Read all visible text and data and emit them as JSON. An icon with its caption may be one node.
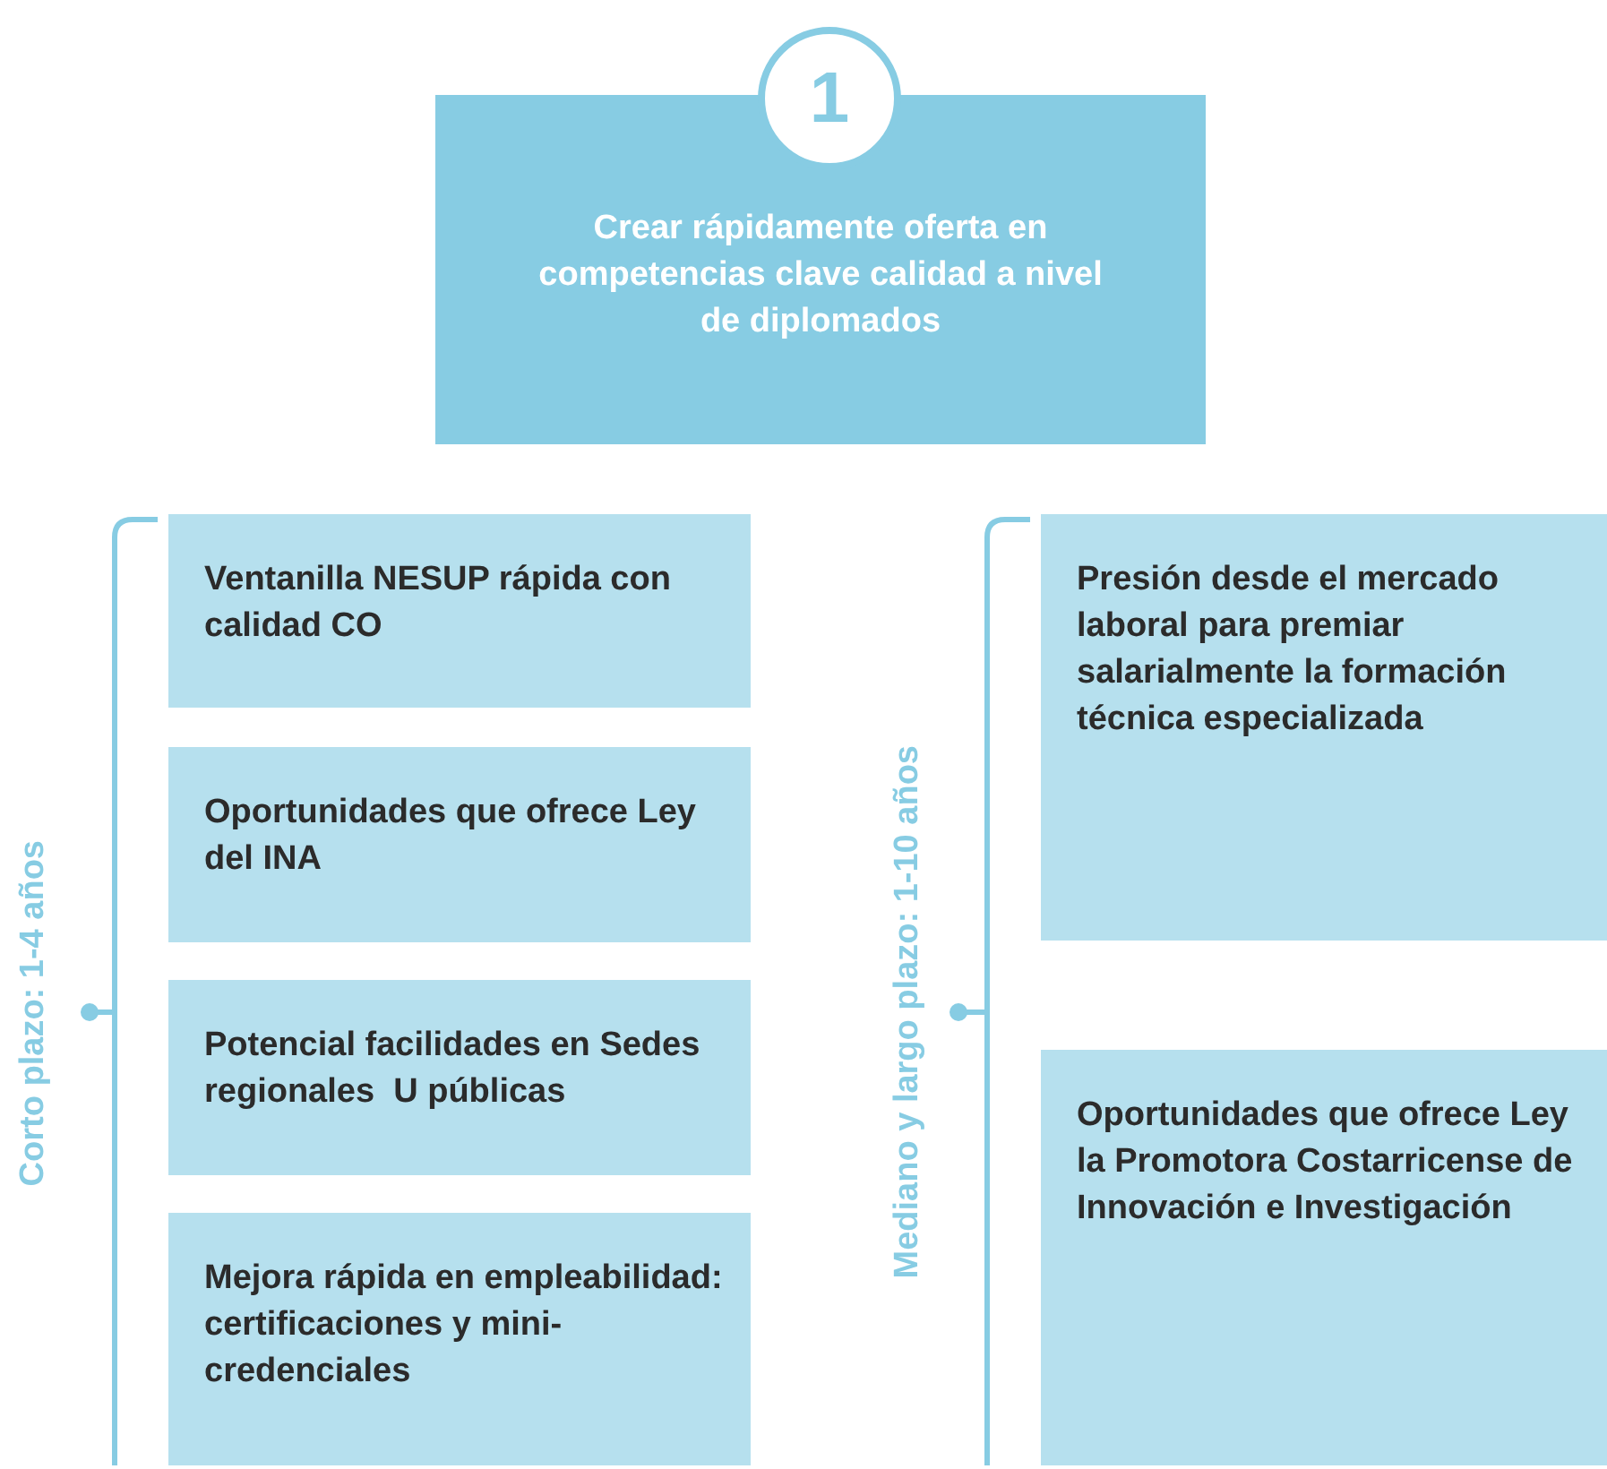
{
  "diagram": {
    "nodes": [
      {
        "text": [
          "1"
        ]
      },
      {
        "text": [
          "Crear rápidamente oferta en competencias clave calidad a nivel de diplomados"
        ]
      },
      {
        "text": [
          "Ventanilla NESUP rápida con calidad CO"
        ]
      },
      {
        "text": [
          "Oportunidades que ofrece Ley del INA"
        ]
      },
      {
        "text": [
          "Potencial facilidades en Sedes regionales  U públicas"
        ]
      },
      {
        "text": [
          "Mejora rápida en empleabilidad: certificaciones y mini-credenciales"
        ]
      },
      {
        "text": [
          "Presión desde el mercado laboral para premiar salarialmente la formación técnica especializada"
        ]
      },
      {
        "text": [
          "Oportunidades que ofrece Ley la Promotora Costarricense de Innovación e Investigación"
        ]
      }
    ],
    "edges": [],
    "labels": [
      "Corto plazo: 1-4 años",
      "Mediano y largo plazo: 1-10 años"
    ]
  }
}
